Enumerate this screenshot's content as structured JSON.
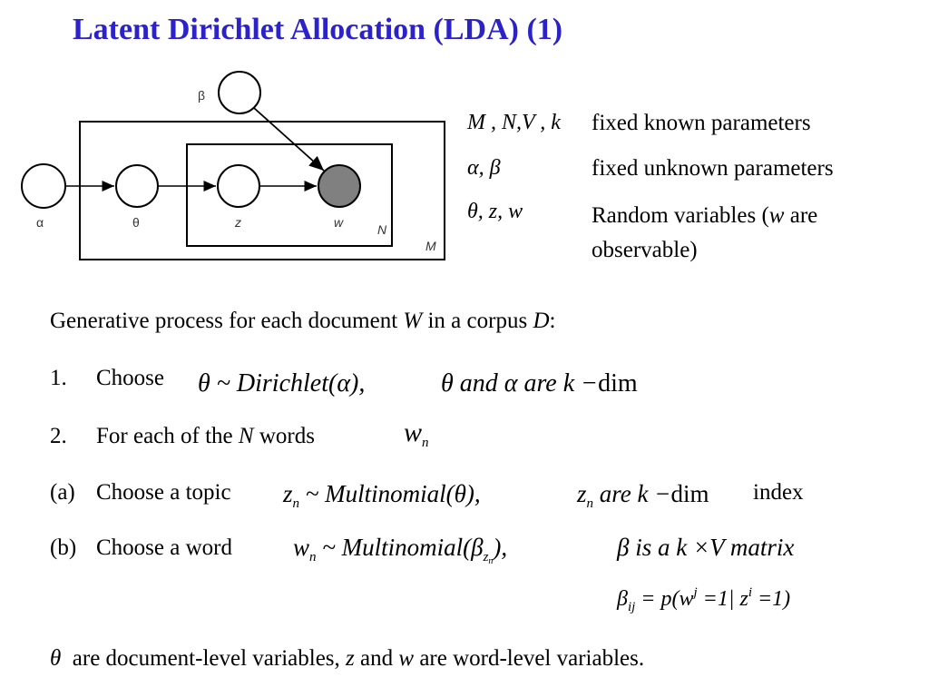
{
  "title": "Latent Dirichlet Allocation (LDA) (1)",
  "model": {
    "alpha": "α",
    "theta": "θ",
    "z": "z",
    "w": "w",
    "beta": "β",
    "plate_inner": "N",
    "plate_outer": "M"
  },
  "params": [
    {
      "symbol": "M , N,V , k",
      "desc": "fixed known parameters"
    },
    {
      "symbol": "α, β",
      "desc": "fixed unknown parameters"
    },
    {
      "symbol": "θ, z, w",
      "desc_pre": "Random variables (",
      "desc_var": "w",
      "desc_post": " are",
      "desc_line2": "observable)"
    }
  ],
  "process": {
    "intro_pre": "Generative process for each document ",
    "intro_w": "W",
    "intro_mid": " in a corpus ",
    "intro_d": "D",
    "intro_end": ":",
    "step1": {
      "num": "1.",
      "label": "Choose",
      "eq": "θ ~ Dirichlet(α),",
      "cond_pre": "θ and α are k −",
      "cond_dim": "dim"
    },
    "step2": {
      "num": "2.",
      "label_pre": "For each of the ",
      "label_n": "N",
      "label_post": " words",
      "var": "w",
      "var_sub": "n"
    },
    "stepa": {
      "num": "(a)",
      "label": "Choose a topic",
      "z": "z",
      "z_sub": "n",
      "eq": " ~ Multinomial(θ),",
      "cond_z": "z",
      "cond_sub": "n",
      "cond": " are k −",
      "cond_dim": "dim",
      "cond_tail": " index"
    },
    "stepb": {
      "num": "(b)",
      "label": "Choose a word",
      "w": "w",
      "w_sub": "n",
      "eq_pre": " ~ Multinomial(β",
      "eq_sub": "z",
      "eq_subsub": "n",
      "eq_post": "),",
      "cond": "β is a k ×V  matrix"
    },
    "beta_def": {
      "beta": "β",
      "sub": "ij",
      "eq": " = p(w",
      "sup_j": "j",
      "eq2": " =1| z",
      "sup_i": "i",
      "eq3": " =1)"
    }
  },
  "footer": {
    "theta": "θ",
    "pre": "are document-level variables, ",
    "z": "z",
    "mid": " and ",
    "w": "w",
    "post": " are word-level variables."
  }
}
